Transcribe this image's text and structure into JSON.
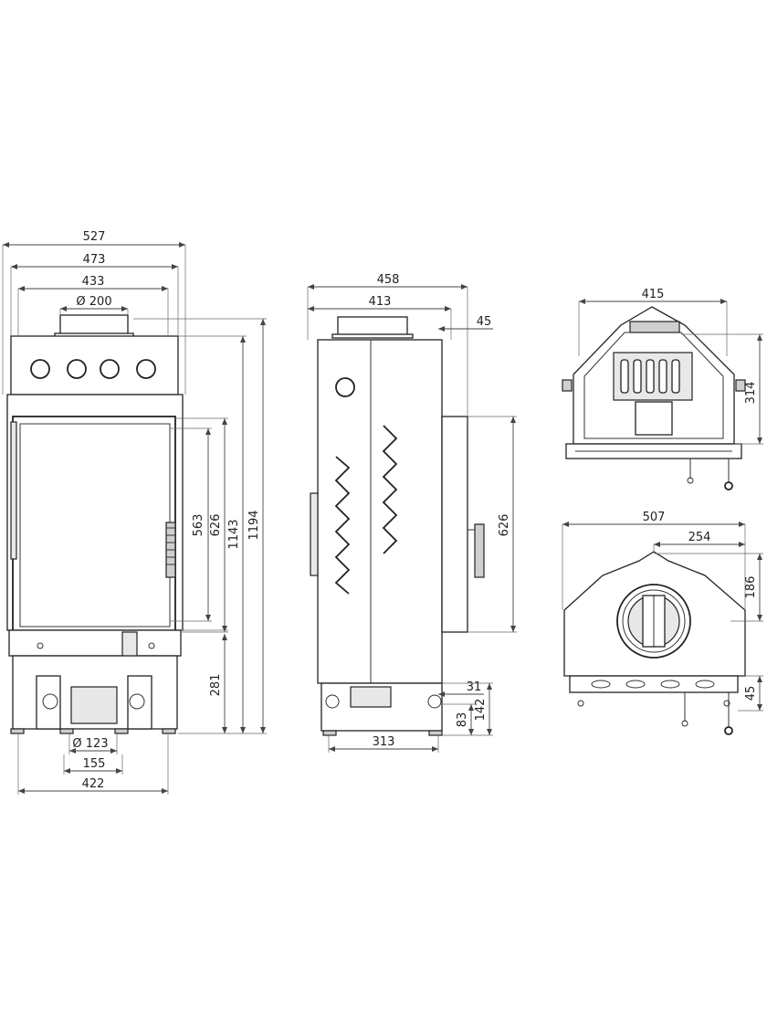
{
  "front_view": {
    "width_527": "527",
    "width_473": "473",
    "width_433": "433",
    "flue_diameter": "Ø 200",
    "glass_height_563": "563",
    "door_height_626": "626",
    "height_1143": "1143",
    "height_1194": "1194",
    "base_height_281": "281",
    "air_inlet_diameter": "Ø 123",
    "legs_155": "155",
    "legs_422": "422"
  },
  "side_view": {
    "depth_458": "458",
    "depth_413": "413",
    "offset_45": "45",
    "door_height_626": "626",
    "gap_31": "31",
    "height_142": "142",
    "height_83": "83",
    "legs_313": "313"
  },
  "top_section": {
    "width_415": "415",
    "height_314": "314"
  },
  "plan_view": {
    "width_507": "507",
    "offset_254": "254",
    "depth_186": "186",
    "depth_45": "45"
  }
}
